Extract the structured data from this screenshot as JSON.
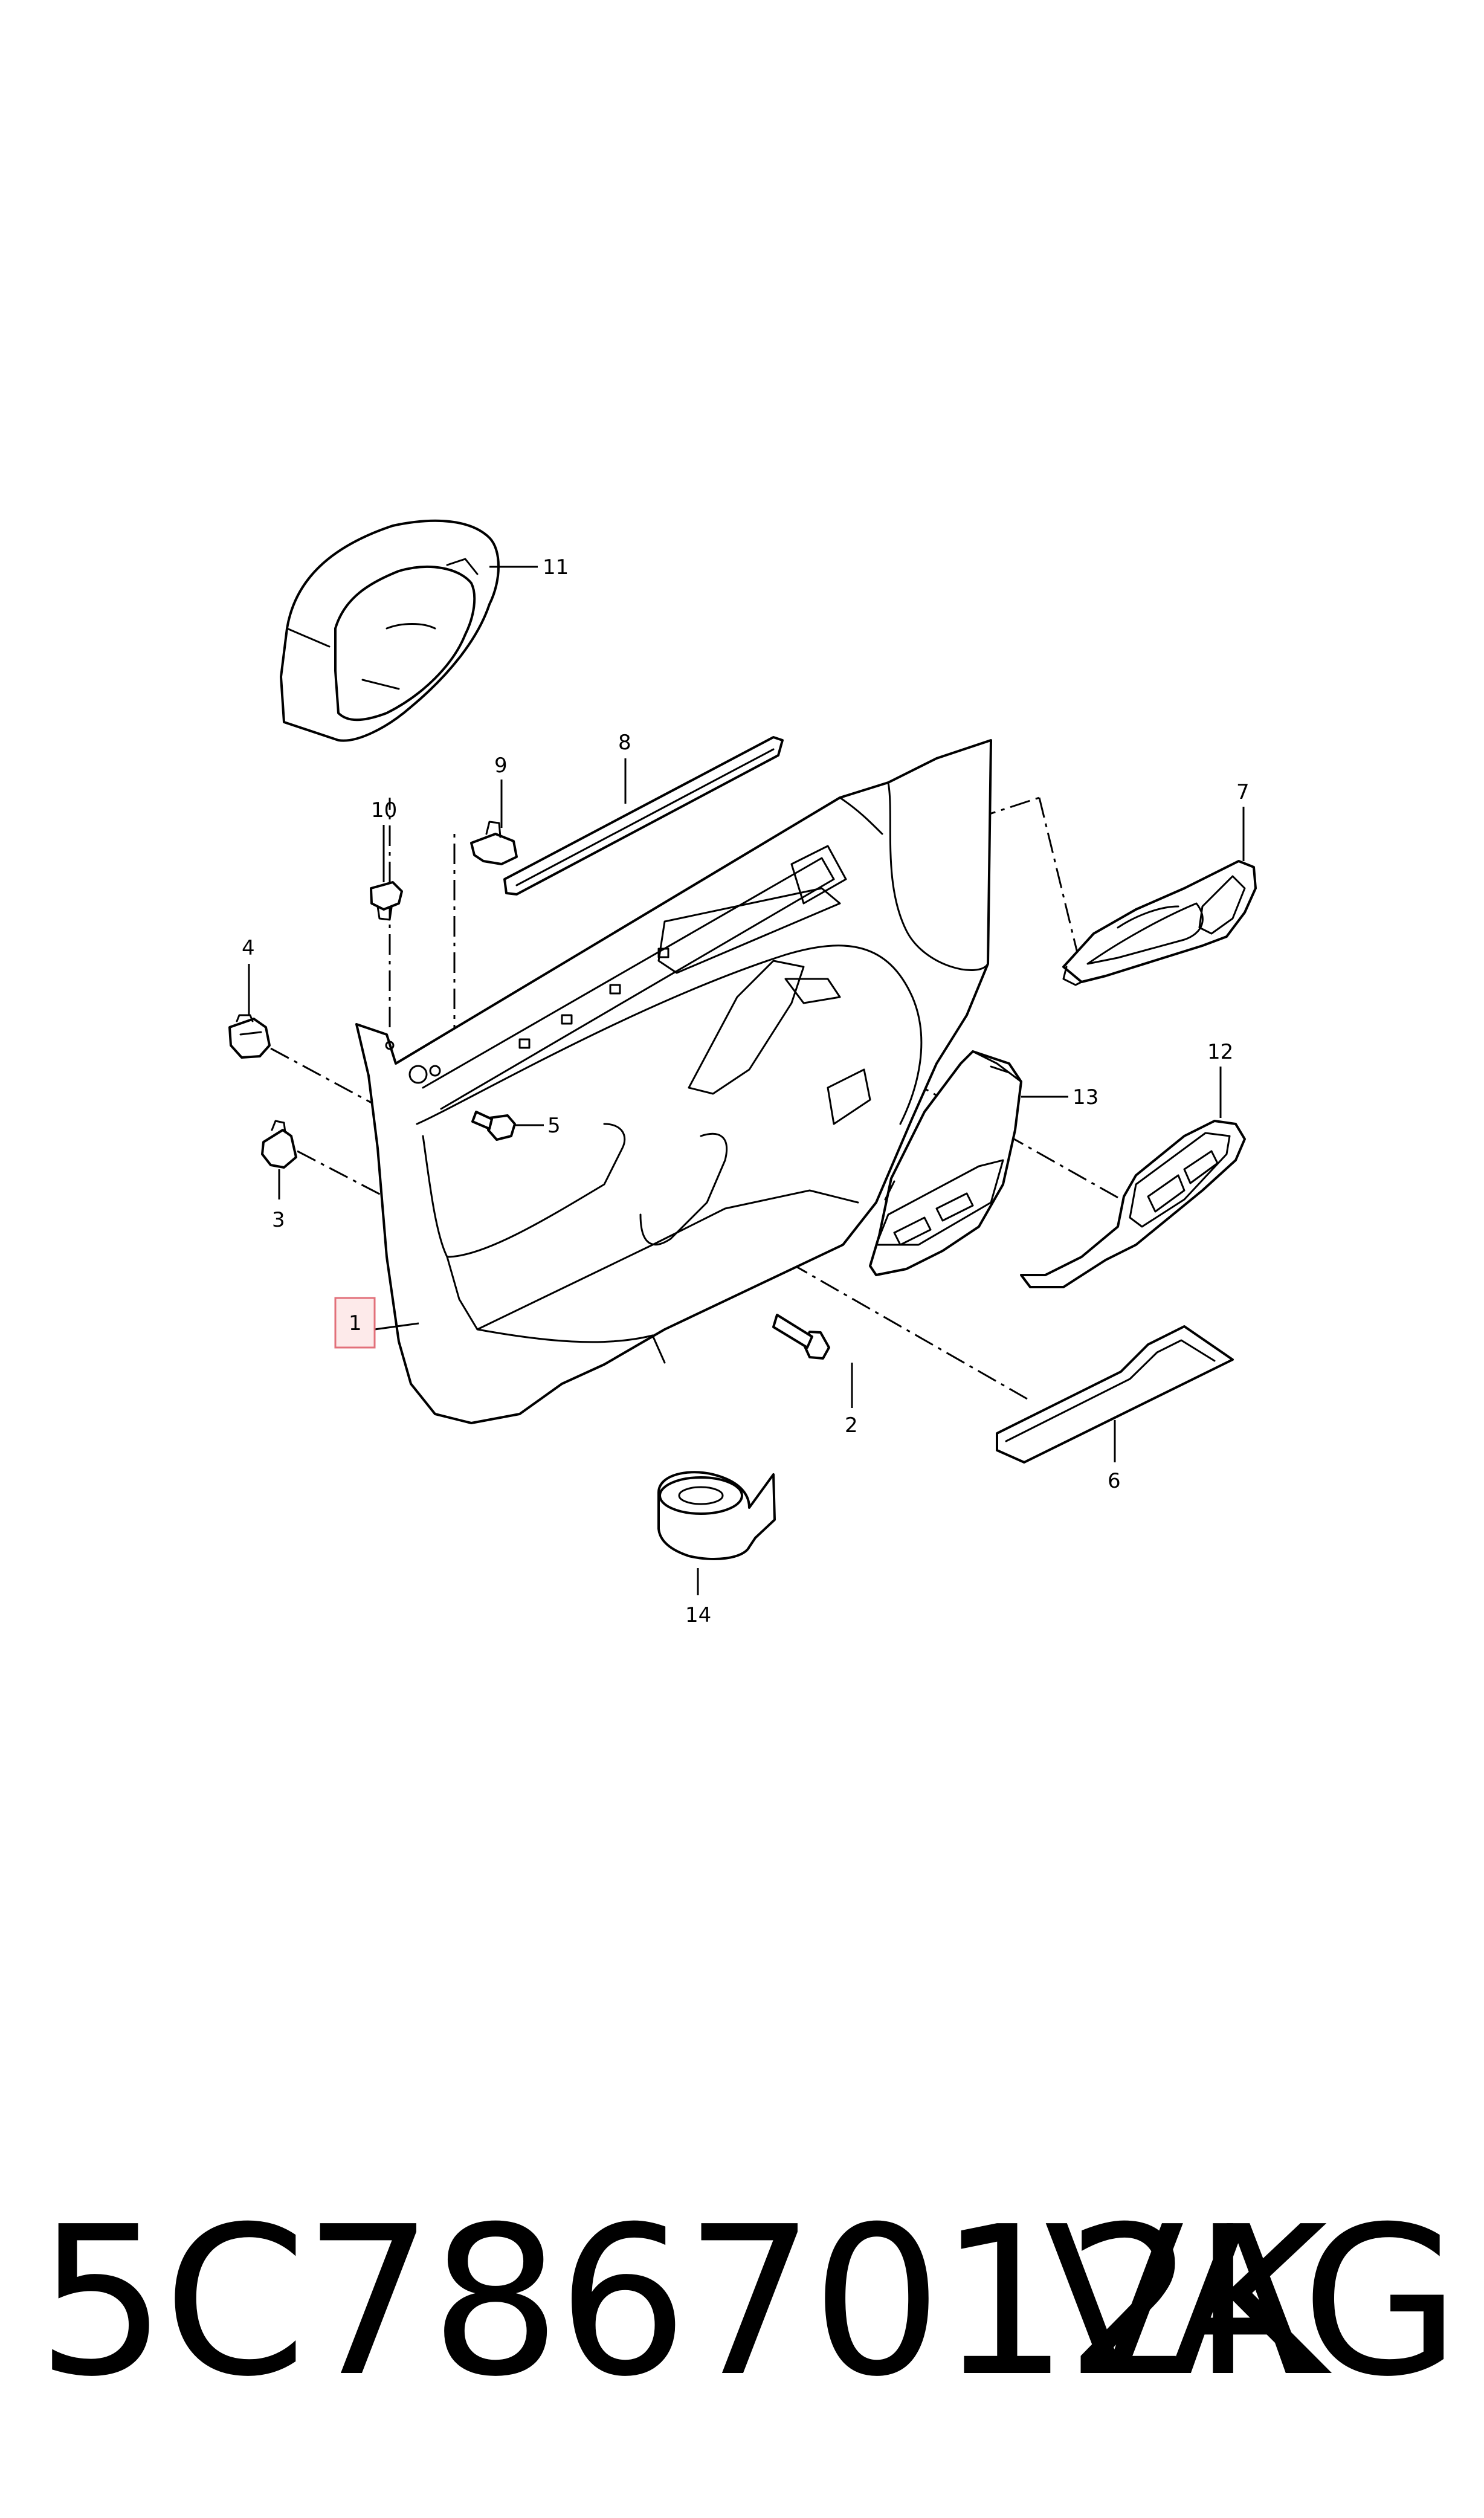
{
  "part_number": "5C7867012K",
  "brand": "VAG",
  "callouts": {
    "c1": "1",
    "c2": "2",
    "c3": "3",
    "c4": "4",
    "c5": "5",
    "c6": "6",
    "c7": "7",
    "c8": "8",
    "c9": "9",
    "c10": "10",
    "c11": "11",
    "c12": "12",
    "c13": "13",
    "c14": "14"
  },
  "colors": {
    "line": "#000000",
    "background": "#ffffff",
    "highlight_fill": "#fdeaea",
    "highlight_border": "#e2707a"
  }
}
